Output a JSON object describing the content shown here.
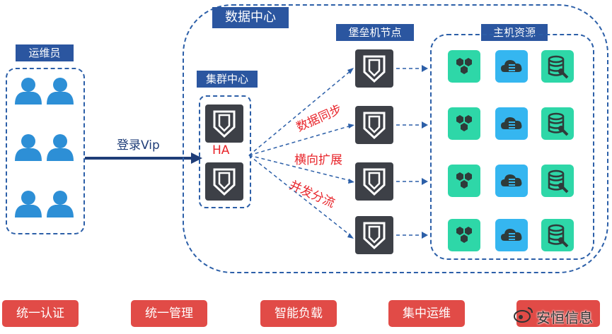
{
  "labels": {
    "ops_staff": "运维员",
    "data_center": "数据中心",
    "cluster_center": "集群中心",
    "bastion_nodes": "堡垒机节点",
    "host_resources": "主机资源",
    "login_vip": "登录Vip",
    "ha": "HA",
    "data_sync": "数据同步",
    "horizontal_scale": "横向扩展",
    "concurrent_split": "并发分流"
  },
  "features": [
    "统一认证",
    "统一管理",
    "智能负载",
    "集中运维"
  ],
  "watermark": "安恒信息",
  "colors": {
    "tag_blue": "#2b56a0",
    "dashed_border": "#2c5fa8",
    "user_icon": "#2d8fd6",
    "shield_box": "#3d4047",
    "resource_green": "#2ed7a8",
    "resource_blue": "#35b6f0",
    "red_text": "#e8252b",
    "feature_button": "#e14b47"
  },
  "icons": {
    "user": "user-icon",
    "bastion": "shield-icon",
    "cluster_unit": "shield-icon",
    "resource_hexagons": "hexagon-cluster-icon",
    "resource_cloud": "cloud-server-icon",
    "resource_database": "database-wrench-icon"
  }
}
